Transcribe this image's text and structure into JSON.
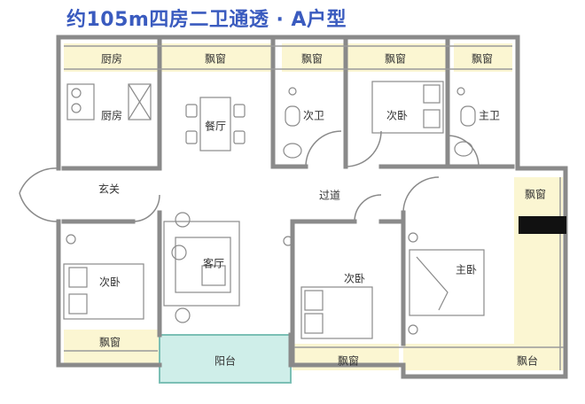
{
  "title": "约105m四房二卫通透 · A户型",
  "rooms": {
    "kitchen_window": "厨房",
    "bay1": "飘窗",
    "bay2": "飘窗",
    "bay3": "飘窗",
    "bay4": "飘窗",
    "kitchen": "厨房",
    "dining": "餐厅",
    "bath2": "次卫",
    "bedroom2": "次卧",
    "master_bath": "主卫",
    "foyer": "玄关",
    "corridor": "过道",
    "bay_right": "飘窗",
    "living": "客厅",
    "bedroom_left": "次卧",
    "bedroom_mid": "次卧",
    "master_bedroom": "主卧",
    "bay_bottom_left": "飘窗",
    "balcony": "阳台",
    "bay_bottom_mid": "飘窗",
    "balcony_right": "飘台"
  },
  "colors": {
    "wall": "#8a8a8a",
    "bay": "#fbf6d2",
    "balcony": "#cfeee9",
    "title": "#3a5bbf"
  }
}
